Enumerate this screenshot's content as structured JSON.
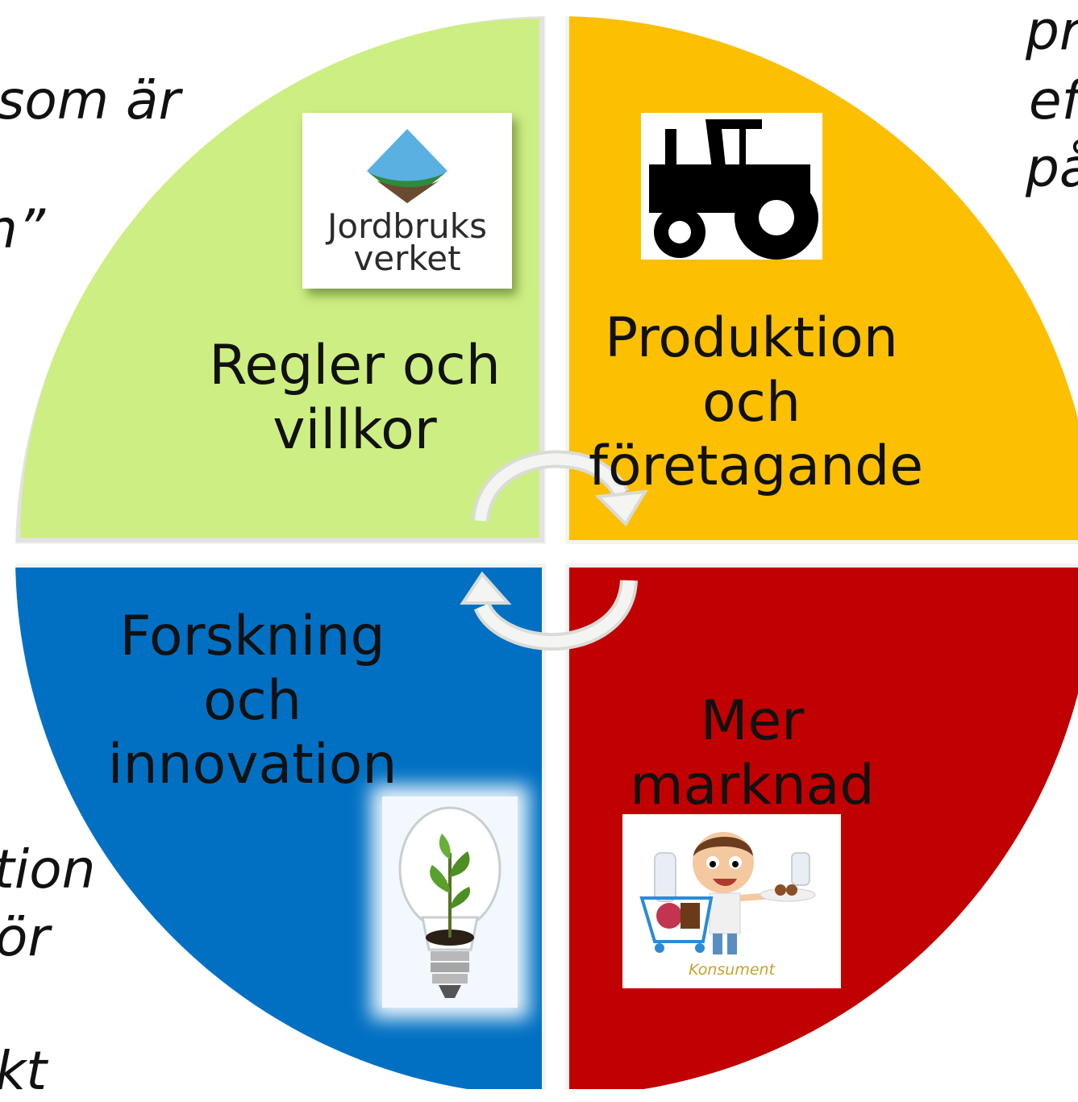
{
  "left_fragments": [
    "som är",
    "n”",
    "tion",
    "ör",
    "kt"
  ],
  "right_fragments": [
    "pr",
    "ef",
    "på"
  ],
  "quadrants": {
    "top_left": {
      "lines": [
        "Regler och",
        "villkor"
      ],
      "color": "#cdee83",
      "logo_text": [
        "Jordbruks",
        "verket"
      ]
    },
    "top_right": {
      "lines": [
        "Produktion",
        "och",
        "företagande"
      ],
      "color": "#fcbf01"
    },
    "bottom_left": {
      "lines": [
        "Forskning",
        "och",
        "innovation"
      ],
      "color": "#0170c3"
    },
    "bottom_right": {
      "lines": [
        "Mer",
        "marknad"
      ],
      "color": "#c00001",
      "image_caption": "Konsument"
    }
  },
  "icons": {
    "top_left": "jordbruksverket-logo-icon",
    "top_right": "tractor-icon",
    "bottom_left": "lightbulb-plant-icon",
    "bottom_right": "consumer-shopping-icon",
    "center": "cycle-arrows-icon"
  }
}
